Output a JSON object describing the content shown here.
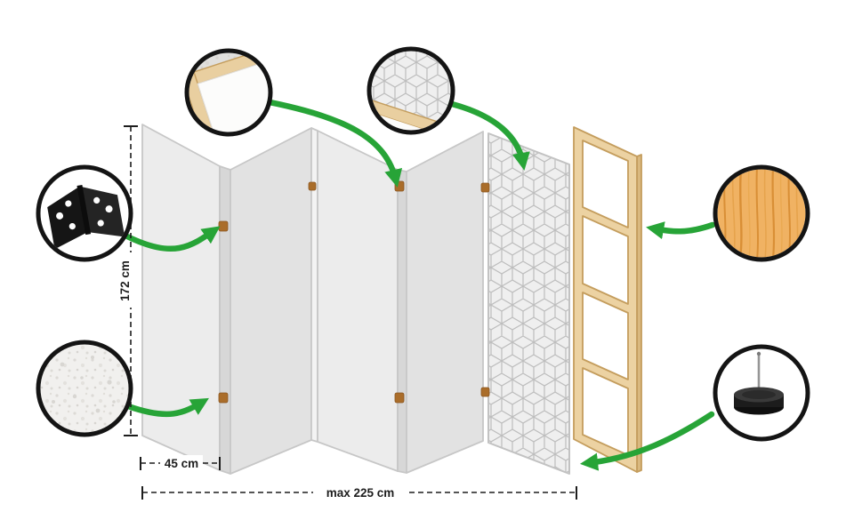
{
  "colors": {
    "arrow": "#27a437",
    "panel_light": "#ececec",
    "panel_mid": "#e2e2e2",
    "panel_edge": "#c7c7c7",
    "fold_strip": "#d7d7d7",
    "pattern_bg": "#efefef",
    "pattern_line": "#bdbdbd",
    "wood_frame": "#ecd2a2",
    "wood_frame_edge": "#c49d5d",
    "wood_grain_base": "#f0b263",
    "hinge_pin": "#aa6d2a",
    "ink": "#1d1d1d"
  },
  "dimensions": {
    "height": "172 cm",
    "panel_width": "45 cm",
    "max_width": "max 225 cm"
  },
  "structure": {
    "panel_count": 5
  },
  "callouts": [
    {
      "name": "frame-corner-detail-icon"
    },
    {
      "name": "pattern-corner-detail-icon"
    },
    {
      "name": "hinge-detail-icon"
    },
    {
      "name": "canvas-texture-detail-icon"
    },
    {
      "name": "wood-texture-detail-icon"
    },
    {
      "name": "floor-foot-detail-icon"
    }
  ]
}
